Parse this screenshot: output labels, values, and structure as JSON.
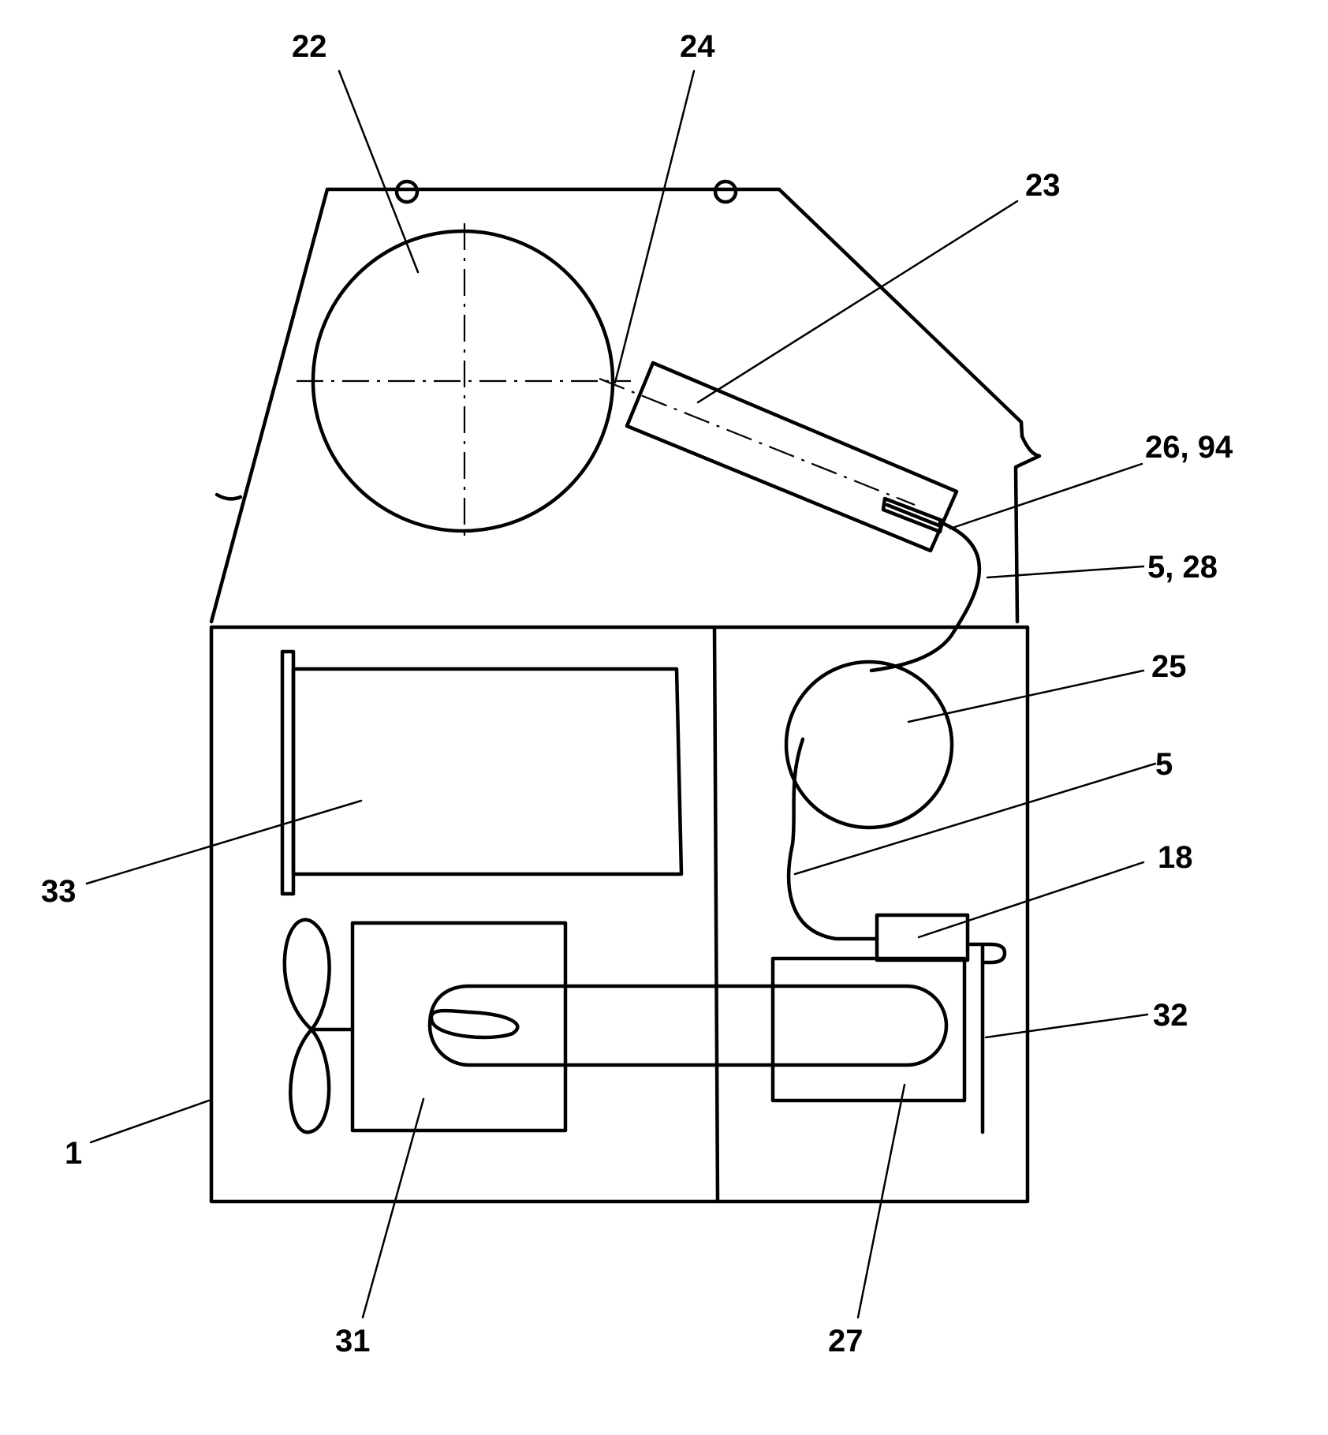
{
  "diagram": {
    "labels": {
      "l1": "1",
      "l5": "5",
      "l5_28": "5, 28",
      "l18": "18",
      "l22": "22",
      "l23": "23",
      "l24": "24",
      "l25": "25",
      "l26_94": "26, 94",
      "l27": "27",
      "l31": "31",
      "l32": "32",
      "l33": "33"
    }
  }
}
